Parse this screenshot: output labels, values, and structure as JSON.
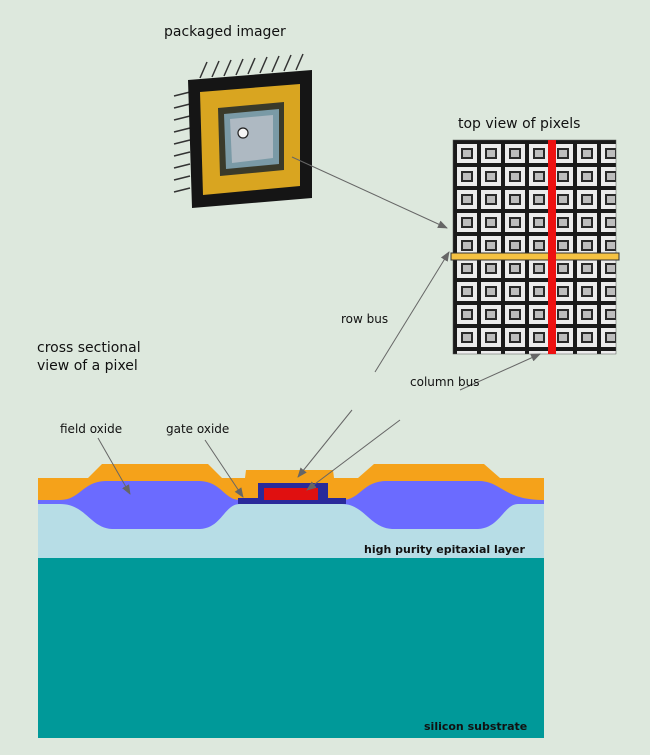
{
  "labels": {
    "packaged_imager": "packaged imager",
    "top_view": "top view of pixels",
    "cross_section_line1": "cross sectional",
    "cross_section_line2": "view of a pixel",
    "row_bus": "row bus",
    "column_bus": "column bus",
    "field_oxide": "field oxide",
    "gate_oxide": "gate oxide",
    "epitaxial": "high purity epitaxial layer",
    "substrate": "silicon substrate"
  },
  "colors": {
    "background": "#dde8dd",
    "substrate": "#009999",
    "epitaxial": "#b7dde6",
    "field_oxide": "#6b6bff",
    "metal": "#f5a21a",
    "gate": "#e01010",
    "gate_well": "#2a2a9a",
    "column_bus": "#ee1111",
    "row_bus": "#f5c242",
    "chip_body": "#151515",
    "chip_pad": "#d9a520"
  }
}
